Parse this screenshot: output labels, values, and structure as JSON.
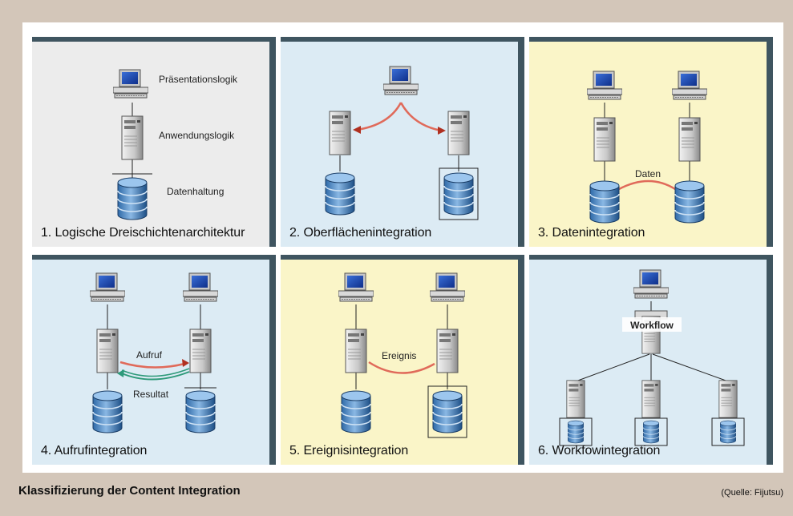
{
  "caption": "Klassifizierung der Content Integration",
  "source": "(Quelle: Fijutsu)",
  "colors": {
    "outer_background": "#d3c6b9",
    "panel_gray": "#ececec",
    "panel_blue": "#dcebf4",
    "panel_yellow": "#faf5c8",
    "panel_border": "#3f5560",
    "connector_red": "#e06a5a",
    "connector_green": "#2e9a7a"
  },
  "panels": [
    {
      "title": "1. Logische Dreischichtenarchitektur",
      "labels": [
        "Präsentationslogik",
        "Anwendungslogik",
        "Datenhaltung"
      ]
    },
    {
      "title": "2. Oberflächenintegration"
    },
    {
      "title": "3. Datenintegration",
      "labels": [
        "Daten"
      ]
    },
    {
      "title": "4. Aufrufintegration",
      "labels": [
        "Aufruf",
        "Resultat"
      ]
    },
    {
      "title": "5. Ereignisintegration",
      "labels": [
        "Ereignis"
      ]
    },
    {
      "title": "6. Workfowintegration",
      "labels": [
        "Workflow"
      ]
    }
  ]
}
